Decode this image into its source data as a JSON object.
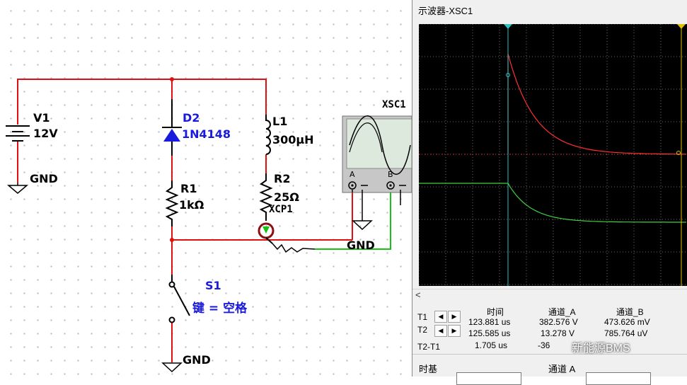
{
  "schematic": {
    "v1": {
      "name": "V1",
      "value": "12V"
    },
    "d2": {
      "name": "D2",
      "value": "1N4148"
    },
    "l1": {
      "name": "L1",
      "value": "300µH"
    },
    "r1": {
      "name": "R1",
      "value": "1kΩ"
    },
    "r2": {
      "name": "R2",
      "value": "25Ω"
    },
    "probe": {
      "name": "XCP1"
    },
    "switch": {
      "name": "S1",
      "key_label": "键 = 空格"
    },
    "scope_symbol": {
      "name": "XSC1",
      "input_a": "A",
      "input_b": "B"
    },
    "gnd_label": "GND",
    "colors": {
      "wire_a": "#e01010",
      "wire_b": "#18c018",
      "component": "#000000",
      "switch_label": "#1a1adc",
      "diode": "#1a1adc"
    }
  },
  "scope": {
    "title": "示波器-XSC1",
    "scroll_left": "<",
    "colors": {
      "trace_a": "#ff3030",
      "trace_b": "#40d040",
      "cursor": "#30c0c0",
      "cursor2": "#e0c000",
      "grid": "#707070"
    },
    "readout": {
      "headers": {
        "time": "时间",
        "channel_a": "通道_A",
        "channel_b": "通道_B"
      },
      "rows": [
        {
          "label": "T1",
          "time": "123.881 us",
          "a": "382.576 V",
          "b": "473.626 mV"
        },
        {
          "label": "T2",
          "time": "125.585 us",
          "a": "13.278 V",
          "b": "785.764 uV"
        },
        {
          "label": "T2-T1",
          "time": "1.705 us",
          "a": "-36",
          "b": ""
        }
      ]
    },
    "bottom": {
      "timebase_label": "时基",
      "channel_a_label": "通道 A"
    },
    "watermark": "新能源BMS"
  }
}
